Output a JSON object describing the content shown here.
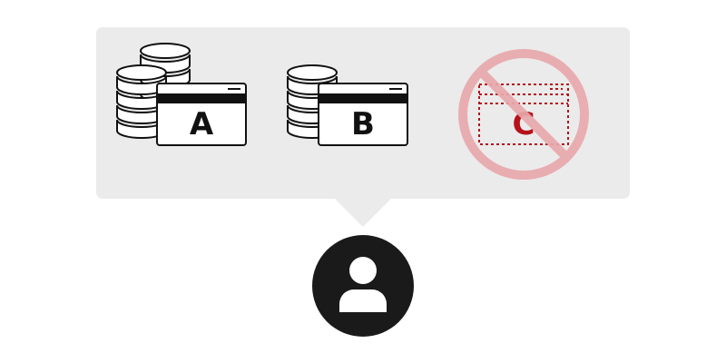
{
  "bubble": {
    "options": [
      {
        "label": "A",
        "icon": "coin-stack-with-card-icon",
        "status": "available",
        "letter_color": "#111111"
      },
      {
        "label": "B",
        "icon": "small-coin-stack-with-card-icon",
        "status": "available",
        "letter_color": "#111111"
      },
      {
        "label": "C",
        "icon": "dotted-card-icon",
        "status": "unavailable",
        "letter_color": "#b5121b",
        "overlay_icon": "prohibited-icon",
        "overlay_color": "#e8a8ac"
      }
    ]
  },
  "user": {
    "icon": "user-icon",
    "badge_color": "#1a1a1a"
  },
  "colors": {
    "bubble_background": "#ebebeb",
    "stroke": "#111111",
    "card_fill": "#ffffff",
    "dotted_card": "#b5121b"
  }
}
